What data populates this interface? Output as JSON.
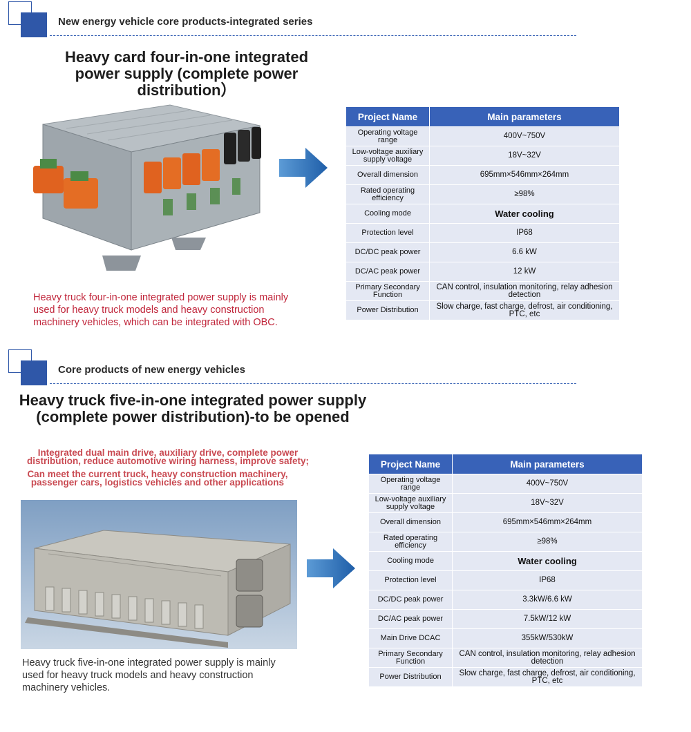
{
  "section1": {
    "header": "New energy vehicle core products-integrated series",
    "title": "Heavy card four-in-one integrated power supply (complete power distribution）",
    "description": "Heavy truck four-in-one integrated power supply is mainly used for heavy truck models and heavy construction machinery vehicles, which can be integrated with OBC.",
    "table": {
      "header": [
        "Project Name",
        "Main parameters"
      ],
      "rows": [
        {
          "label": "Operating voltage range",
          "value": "400V~750V"
        },
        {
          "label": "Low-voltage auxiliary supply voltage",
          "value": "18V~32V"
        },
        {
          "label": "Overall dimension",
          "value": "695mm×546mm×264mm"
        },
        {
          "label": "Rated operating efficiency",
          "value": "≥98%"
        },
        {
          "label": "Cooling mode",
          "value": "Water cooling"
        },
        {
          "label": "Protection level",
          "value": "IP68"
        },
        {
          "label": "DC/DC peak power",
          "value": "6.6 kW"
        },
        {
          "label": "DC/AC peak power",
          "value": "12 kW"
        },
        {
          "label": "Primary Secondary Function",
          "value": "CAN control, insulation monitoring, relay adhesion detection"
        },
        {
          "label": "Power Distribution",
          "value": "Slow charge, fast charge, defrost, air conditioning, PTC, etc"
        }
      ]
    }
  },
  "section2": {
    "header": "Core products of new energy vehicles",
    "title": "Heavy truck five-in-one integrated power supply (complete power distribution)-to be opened",
    "feature1": "Integrated dual main drive, auxiliary drive, complete power distribution, reduce automotive wiring harness, improve safety;",
    "feature2": "Can meet the current truck, heavy construction machinery, passenger cars, logistics vehicles and other applications",
    "description": "Heavy truck five-in-one integrated power supply is mainly used for heavy truck models and heavy construction machinery vehicles.",
    "table": {
      "header": [
        "Project Name",
        "Main parameters"
      ],
      "rows": [
        {
          "label": "Operating voltage range",
          "value": "400V~750V"
        },
        {
          "label": "Low-voltage auxiliary supply voltage",
          "value": "18V~32V"
        },
        {
          "label": "Overall dimension",
          "value": "695mm×546mm×264mm"
        },
        {
          "label": "Rated operating efficiency",
          "value": "≥98%"
        },
        {
          "label": "Cooling mode",
          "value": "Water cooling"
        },
        {
          "label": "Protection level",
          "value": "IP68"
        },
        {
          "label": "DC/DC peak power",
          "value": "3.3kW/6.6 kW"
        },
        {
          "label": "DC/AC peak power",
          "value": "7.5kW/12 kW"
        },
        {
          "label": "Main Drive DCAC",
          "value": "355kW/530kW"
        },
        {
          "label": "Primary Secondary Function",
          "value": "CAN control, insulation monitoring, relay adhesion detection"
        },
        {
          "label": "Power Distribution",
          "value": "Slow charge, fast charge, defrost, air conditioning, PTC, etc"
        }
      ]
    }
  },
  "colors": {
    "accent": "#2f57a8",
    "table_header": "#3862b8",
    "table_cell": "#e4e8f3",
    "red_text": "#c0253a"
  }
}
